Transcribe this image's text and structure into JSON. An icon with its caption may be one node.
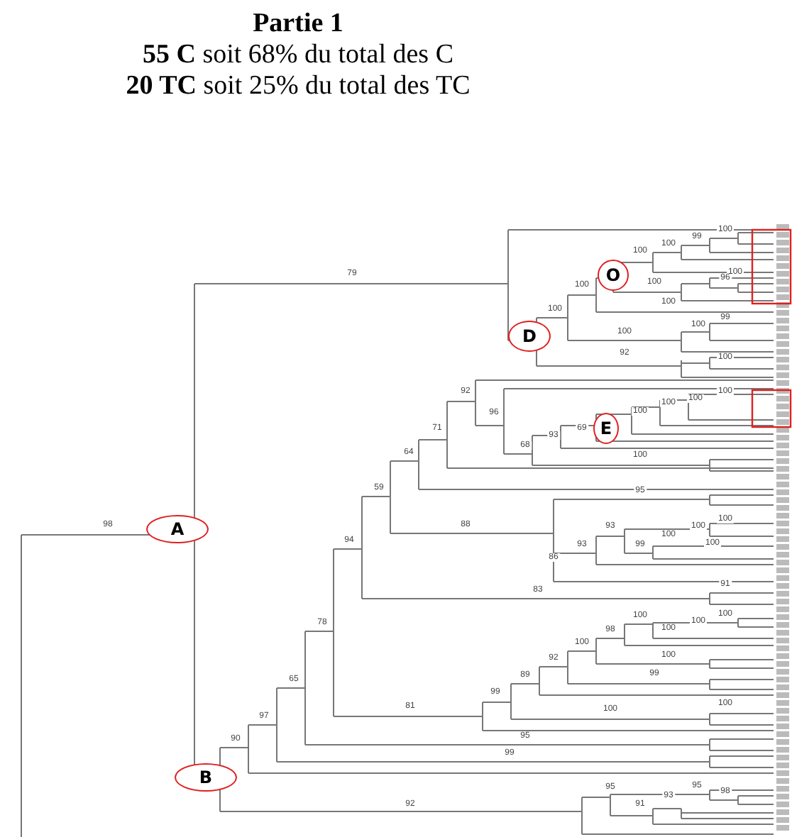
{
  "diagram": {
    "title": "Partie 1",
    "nodes": [
      {
        "text": [
          "A"
        ]
      },
      {
        "text": [
          "D"
        ]
      },
      {
        "text": [
          "O"
        ]
      },
      {
        "text": [
          "E"
        ]
      },
      {
        "text": [
          "B"
        ]
      }
    ],
    "labels": [
      "**55 C** soit 68% du total des  C",
      "**20 TC** soit 25% du total des TC",
      "100",
      "99",
      "100",
      "100",
      "79",
      "100",
      "96",
      "100",
      "100",
      "100",
      "100",
      "99",
      "100",
      "100",
      "92",
      "100",
      "92",
      "100",
      "100",
      "100",
      "100",
      "96",
      "71",
      "69",
      "93",
      "68",
      "64",
      "100",
      "59",
      "95",
      "100",
      "98",
      "88",
      "93",
      "100",
      "100",
      "94",
      "100",
      "99",
      "93",
      "86",
      "91",
      "83",
      "100",
      "100",
      "100",
      "78",
      "100",
      "98",
      "100",
      "100",
      "92",
      "99",
      "89",
      "65",
      "99",
      "100",
      "81",
      "100",
      "97",
      "95",
      "90",
      "99",
      "95",
      "95",
      "98",
      "93",
      "92",
      "91"
    ]
  }
}
